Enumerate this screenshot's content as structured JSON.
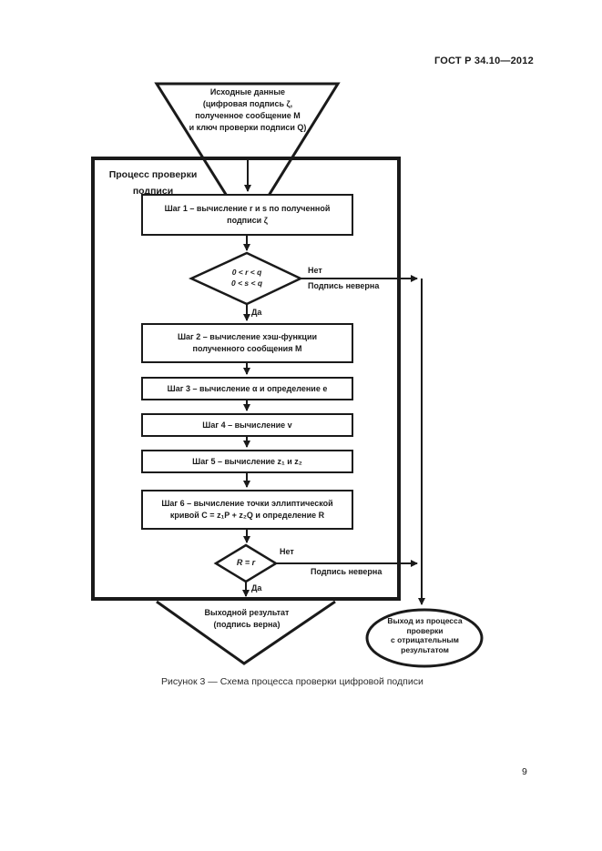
{
  "page": {
    "header": "ГОСТ Р 34.10—2012",
    "page_number": "9",
    "caption": "Рисунок 3 — Схема процесса проверки цифровой подписи"
  },
  "flowchart": {
    "input": {
      "line1": "Исходные данные",
      "line2": "(цифровая подпись ζ,",
      "line3": "полученное сообщение M",
      "line4": "и ключ проверки подписи Q)"
    },
    "process_label": {
      "line1": "Процесс проверки",
      "line2": "подписи"
    },
    "step1": {
      "line1": "Шаг 1 – вычисление r и s по полученной",
      "line2": "подписи ζ"
    },
    "decision1": {
      "line1": "0 < r < q",
      "line2": "0 < s < q"
    },
    "step2": {
      "line1": "Шаг 2 – вычисление хэш-функции",
      "line2": "полученного сообщения M"
    },
    "step3": {
      "line1": "Шаг 3 – вычисление α и определение е"
    },
    "step4": {
      "line1": "Шаг 4 – вычисление v"
    },
    "step5": {
      "line1": "Шаг 5 – вычисление z₁ и z₂"
    },
    "step6": {
      "line1": "Шаг 6 – вычисление точки эллиптической",
      "line2": "кривой C = z₁P + z₂Q и определение R"
    },
    "decision2": {
      "label": "R = r"
    },
    "branch1": {
      "no": "Нет",
      "invalid": "Подпись неверна",
      "yes": "Да"
    },
    "branch2": {
      "no": "Нет",
      "invalid": "Подпись неверна",
      "yes": "Да"
    },
    "output": {
      "line1": "Выходной результат",
      "line2": "(подпись верна)"
    },
    "exit": {
      "line1": "Выход из процесса",
      "line2": "проверки",
      "line3": "с отрицательным",
      "line4": "результатом"
    }
  },
  "colors": {
    "ink": "#1a1a1a",
    "paper": "#ffffff"
  }
}
